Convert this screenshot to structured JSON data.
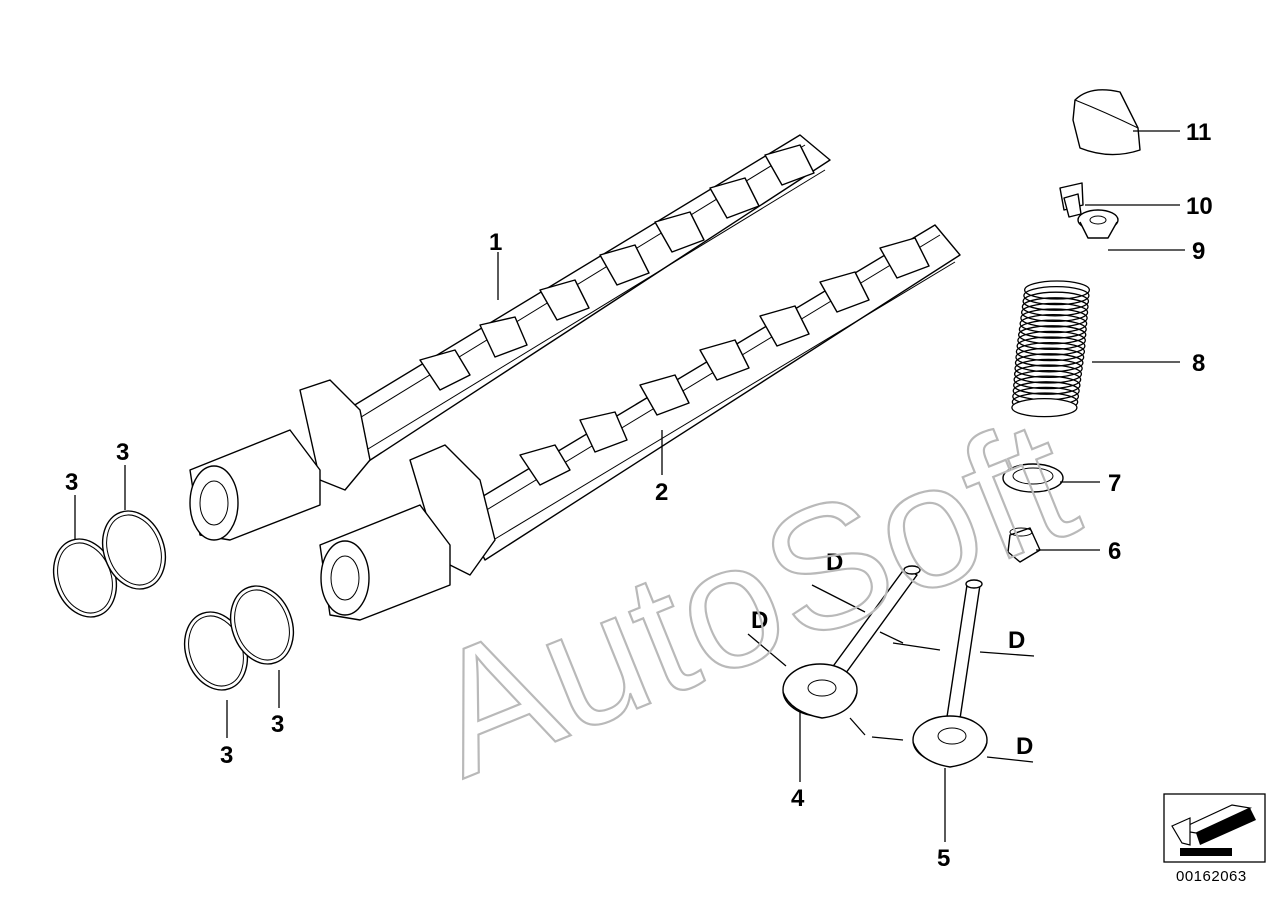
{
  "callouts": {
    "c1": "1",
    "c2": "2",
    "c3a": "3",
    "c3b": "3",
    "c3c": "3",
    "c3d": "3",
    "c4": "4",
    "c5": "5",
    "c6": "6",
    "c7": "7",
    "c8": "8",
    "c9": "9",
    "c10": "10",
    "c11": "11",
    "d1": "D",
    "d2": "D",
    "d3": "D",
    "d4": "D"
  },
  "watermark": "AutoSoft",
  "document_number": "00162063",
  "colors": {
    "line": "#000000",
    "background": "#ffffff",
    "watermark": "#b9b9b9"
  }
}
